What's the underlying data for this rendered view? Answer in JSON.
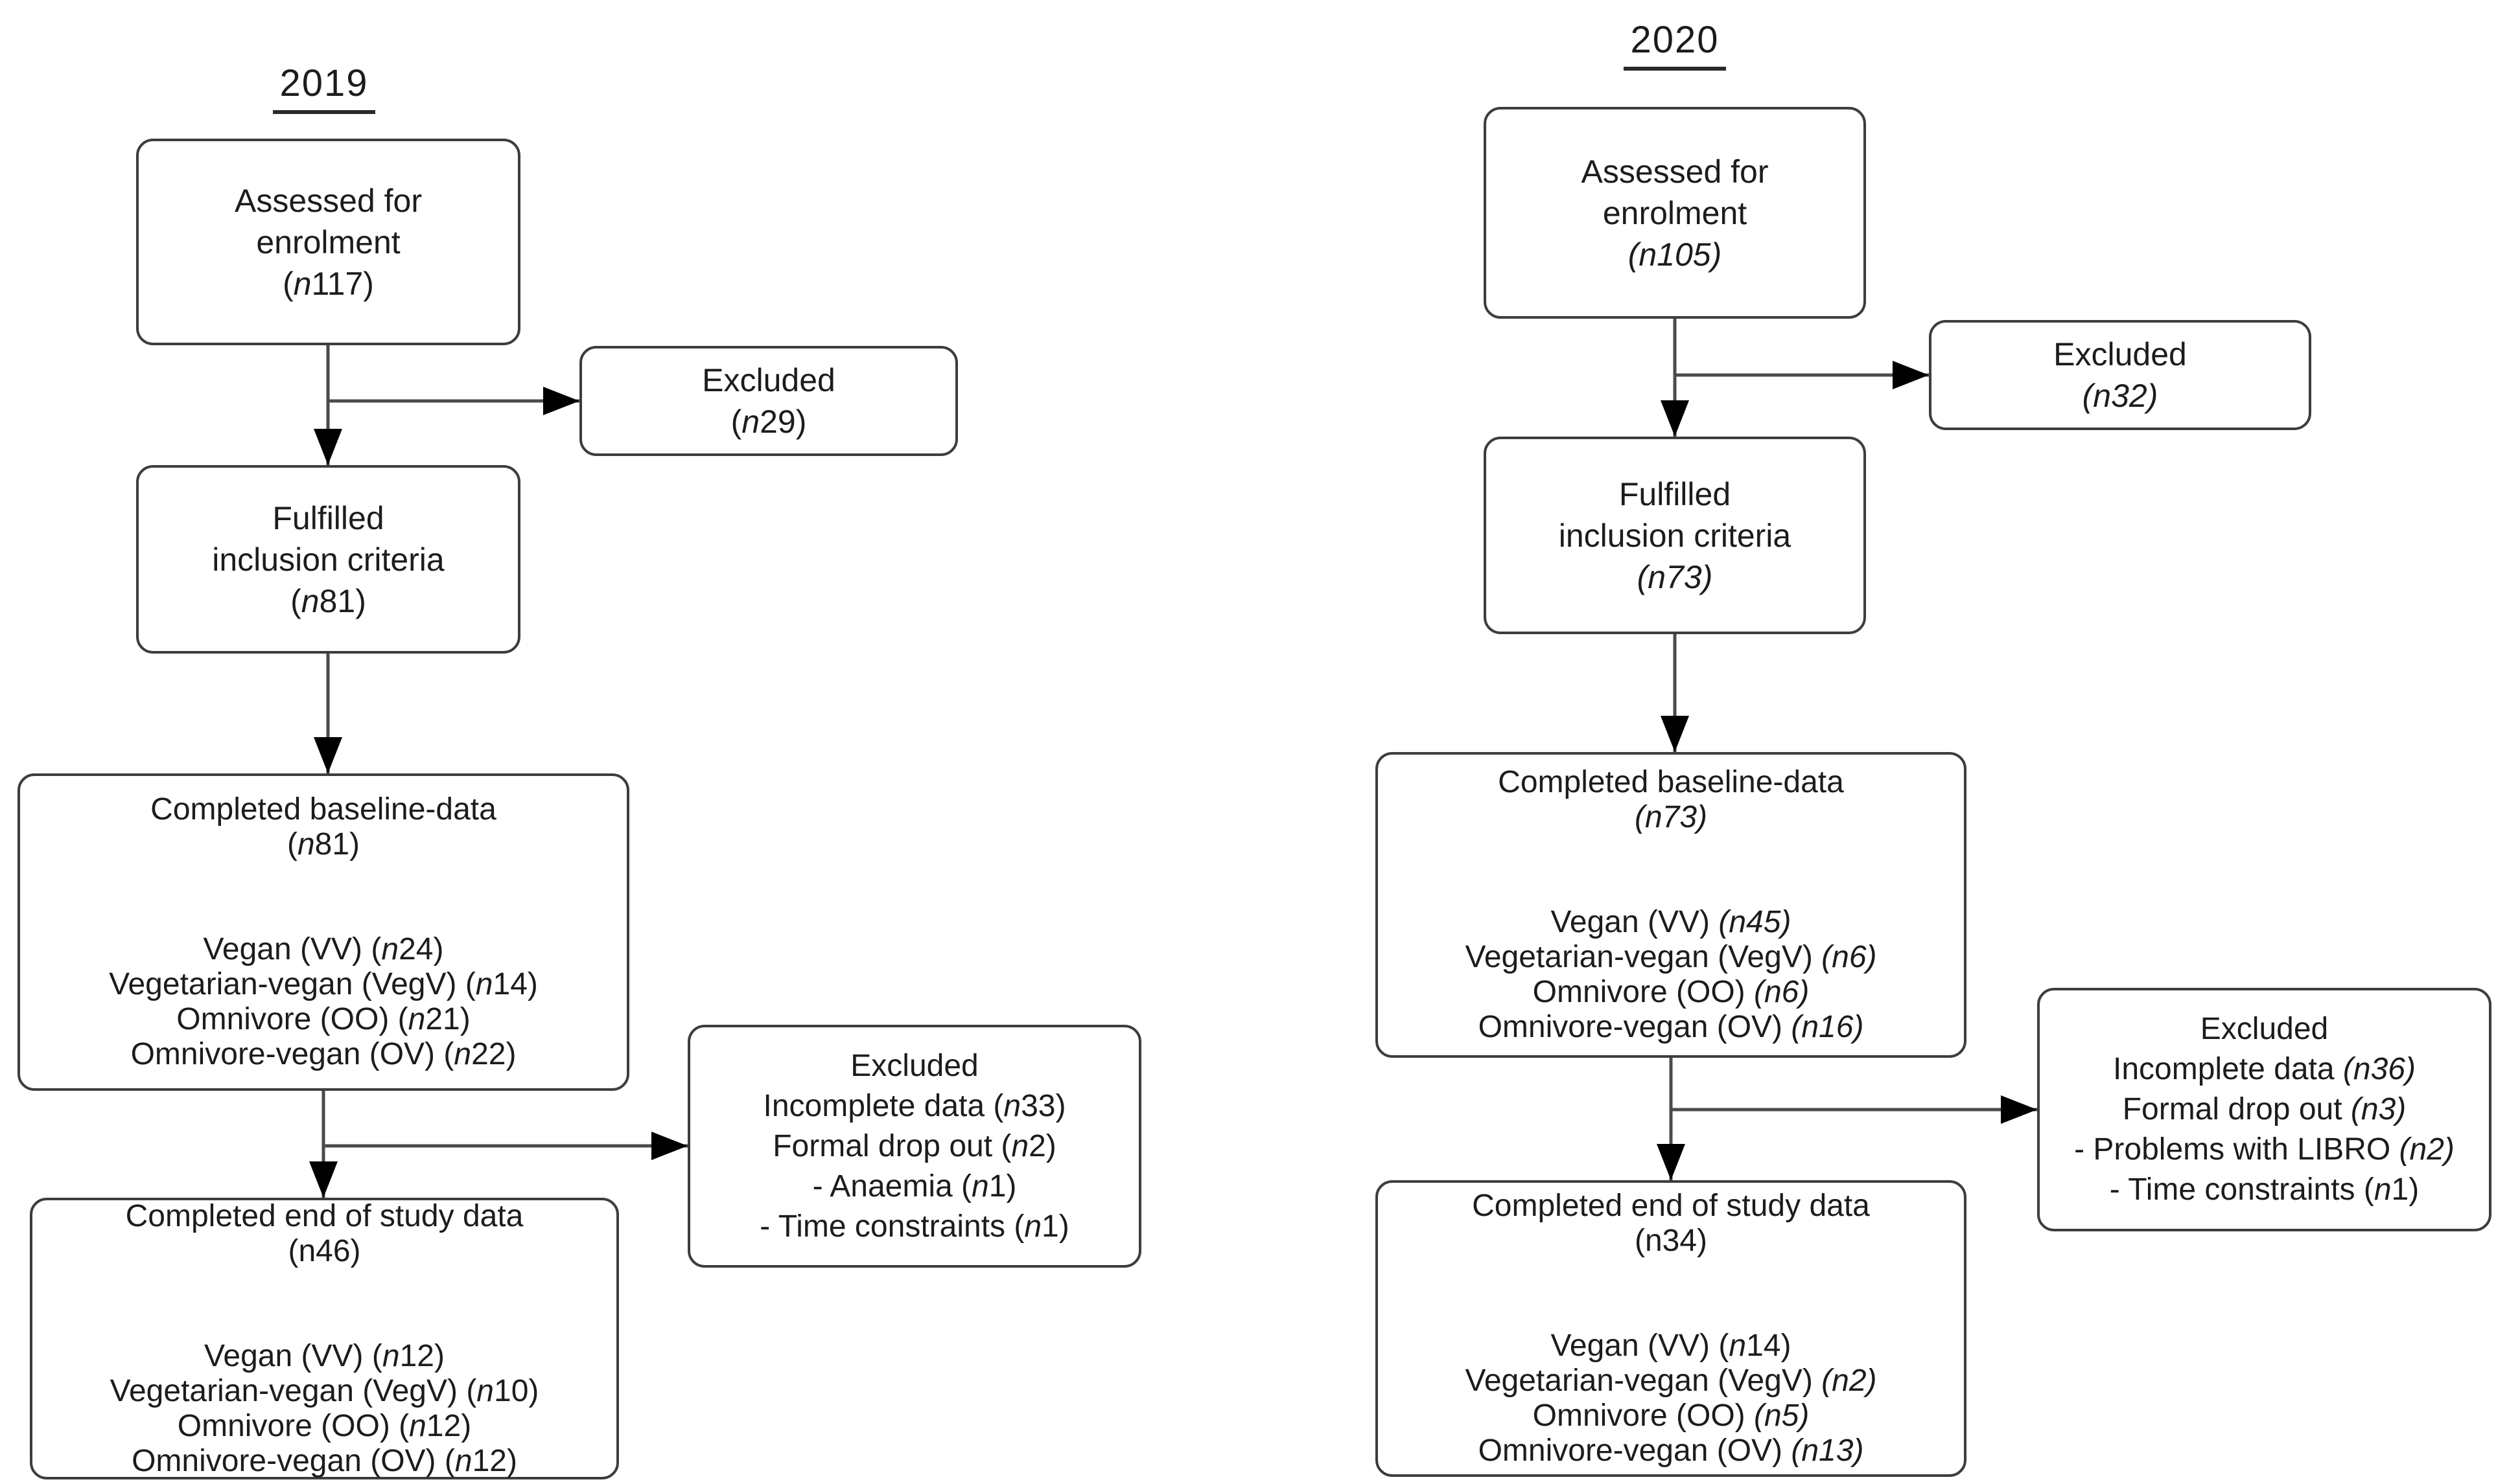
{
  "diagram": {
    "kind": "study-enrolment-flowchart",
    "line_color": "#4a4a4a",
    "border_color": "#3d3d3d",
    "text_color": "#1c1c1c",
    "columns": [
      {
        "year": "2019",
        "boxes": {
          "assessed": {
            "lines": [
              [
                {
                  "t": "Assessed for"
                }
              ],
              [
                {
                  "t": "enrolment"
                }
              ],
              [
                {
                  "t": "("
                },
                {
                  "t": "n",
                  "i": true
                },
                {
                  "t": "117)"
                }
              ]
            ]
          },
          "excluded1": {
            "lines": [
              [
                {
                  "t": "Excluded"
                }
              ],
              [
                {
                  "t": "("
                },
                {
                  "t": "n",
                  "i": true
                },
                {
                  "t": "29)"
                }
              ]
            ]
          },
          "fulfilled": {
            "lines": [
              [
                {
                  "t": "Fulfilled"
                }
              ],
              [
                {
                  "t": "inclusion criteria"
                }
              ],
              [
                {
                  "t": "("
                },
                {
                  "t": "n",
                  "i": true
                },
                {
                  "t": "81)"
                }
              ]
            ]
          },
          "baseline": {
            "lines": [
              [
                {
                  "t": "Completed baseline-data"
                }
              ],
              [
                {
                  "t": "("
                },
                {
                  "t": "n",
                  "i": true
                },
                {
                  "t": "81)"
                }
              ],
              [],
              [],
              [
                {
                  "t": "Vegan (VV) ("
                },
                {
                  "t": "n",
                  "i": true
                },
                {
                  "t": "24)"
                }
              ],
              [
                {
                  "t": "Vegetarian-vegan (VegV) ("
                },
                {
                  "t": "n",
                  "i": true
                },
                {
                  "t": "14)"
                }
              ],
              [
                {
                  "t": "Omnivore (OO) ("
                },
                {
                  "t": "n",
                  "i": true
                },
                {
                  "t": "21)"
                }
              ],
              [
                {
                  "t": "Omnivore-vegan (OV) ("
                },
                {
                  "t": "n",
                  "i": true
                },
                {
                  "t": "22)"
                }
              ]
            ]
          },
          "excluded2": {
            "lines": [
              [
                {
                  "t": "Excluded"
                }
              ],
              [
                {
                  "t": "Incomplete data ("
                },
                {
                  "t": "n",
                  "i": true
                },
                {
                  "t": "33)"
                }
              ],
              [
                {
                  "t": "Formal drop out ("
                },
                {
                  "t": "n",
                  "i": true
                },
                {
                  "t": "2)"
                }
              ],
              [
                {
                  "t": "- Anaemia ("
                },
                {
                  "t": "n",
                  "i": true
                },
                {
                  "t": "1)"
                }
              ],
              [
                {
                  "t": "- Time constraints ("
                },
                {
                  "t": "n",
                  "i": true
                },
                {
                  "t": "1)"
                }
              ]
            ]
          },
          "end": {
            "lines": [
              [
                {
                  "t": "Completed end of study data"
                }
              ],
              [
                {
                  "t": "(n46)"
                }
              ],
              [],
              [],
              [
                {
                  "t": "Vegan (VV) ("
                },
                {
                  "t": "n",
                  "i": true
                },
                {
                  "t": "12)"
                }
              ],
              [
                {
                  "t": "Vegetarian-vegan (VegV) ("
                },
                {
                  "t": "n",
                  "i": true
                },
                {
                  "t": "10)"
                }
              ],
              [
                {
                  "t": "Omnivore (OO) ("
                },
                {
                  "t": "n",
                  "i": true
                },
                {
                  "t": "12)"
                }
              ],
              [
                {
                  "t": "Omnivore-vegan (OV) ("
                },
                {
                  "t": "n",
                  "i": true
                },
                {
                  "t": "12)"
                }
              ]
            ]
          }
        }
      },
      {
        "year": "2020",
        "boxes": {
          "assessed": {
            "lines": [
              [
                {
                  "t": "Assessed for"
                }
              ],
              [
                {
                  "t": "enrolment"
                }
              ],
              [
                {
                  "t": "(n105)",
                  "i": true
                }
              ]
            ]
          },
          "excluded1": {
            "lines": [
              [
                {
                  "t": "Excluded"
                }
              ],
              [
                {
                  "t": "(n32)",
                  "i": true
                }
              ]
            ]
          },
          "fulfilled": {
            "lines": [
              [
                {
                  "t": "Fulfilled"
                }
              ],
              [
                {
                  "t": "inclusion criteria"
                }
              ],
              [
                {
                  "t": "(n73)",
                  "i": true
                }
              ]
            ]
          },
          "baseline": {
            "lines": [
              [
                {
                  "t": "Completed baseline-data"
                }
              ],
              [
                {
                  "t": "(n73)",
                  "i": true
                }
              ],
              [],
              [],
              [
                {
                  "t": "Vegan (VV) "
                },
                {
                  "t": "(n45)",
                  "i": true
                }
              ],
              [
                {
                  "t": "Vegetarian-vegan (VegV) "
                },
                {
                  "t": "(n6)",
                  "i": true
                }
              ],
              [
                {
                  "t": "Omnivore (OO) "
                },
                {
                  "t": "(n6)",
                  "i": true
                }
              ],
              [
                {
                  "t": "Omnivore-vegan (OV) "
                },
                {
                  "t": "(n16)",
                  "i": true
                }
              ]
            ]
          },
          "excluded2": {
            "lines": [
              [
                {
                  "t": "Excluded"
                }
              ],
              [
                {
                  "t": "Incomplete data "
                },
                {
                  "t": "(n36)",
                  "i": true
                }
              ],
              [
                {
                  "t": "Formal drop out "
                },
                {
                  "t": "(n3)",
                  "i": true
                }
              ],
              [
                {
                  "t": "- Problems with LIBRO "
                },
                {
                  "t": "(n2)",
                  "i": true
                }
              ],
              [
                {
                  "t": "- Time constraints ("
                },
                {
                  "t": "n",
                  "i": true
                },
                {
                  "t": "1)"
                }
              ]
            ]
          },
          "end": {
            "lines": [
              [
                {
                  "t": "Completed end of study data"
                }
              ],
              [
                {
                  "t": "(n34)"
                }
              ],
              [],
              [],
              [
                {
                  "t": "Vegan (VV) ("
                },
                {
                  "t": "n",
                  "i": true
                },
                {
                  "t": "14)"
                }
              ],
              [
                {
                  "t": "Vegetarian-vegan (VegV) "
                },
                {
                  "t": "(n2)",
                  "i": true
                }
              ],
              [
                {
                  "t": "Omnivore (OO) "
                },
                {
                  "t": "(n5)",
                  "i": true
                }
              ],
              [
                {
                  "t": "Omnivore-vegan (OV) "
                },
                {
                  "t": "(n13)",
                  "i": true
                }
              ]
            ]
          }
        }
      }
    ]
  }
}
